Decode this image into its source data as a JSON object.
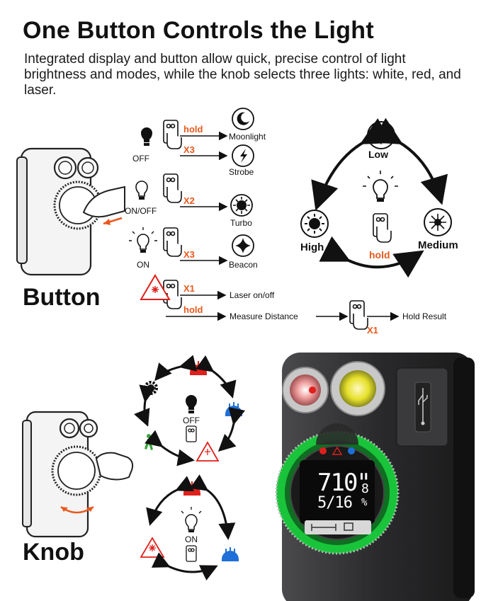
{
  "header": {
    "title": "One Button Controls the Light",
    "subtitle": "Integrated display and button allow quick, precise control of light brightness and modes, while the knob selects three lights: white, red, and laser."
  },
  "button_section": {
    "label": "Button",
    "states": [
      {
        "state": "OFF",
        "actions": [
          {
            "gesture": "hold",
            "result": "Moonlight"
          },
          {
            "gesture": "X3",
            "result": "Strobe"
          }
        ]
      },
      {
        "state": "ON/OFF",
        "actions": [
          {
            "gesture": "X2",
            "result": "Turbo"
          }
        ]
      },
      {
        "state": "ON",
        "actions": [
          {
            "gesture": "X3",
            "result": "Beacon"
          }
        ]
      }
    ],
    "laser": {
      "actions": [
        {
          "gesture": "X1",
          "result": "Laser on/off"
        },
        {
          "gesture": "hold",
          "result": "Measure Distance"
        }
      ],
      "followup_gesture": "X1",
      "followup_result": "Hold Result"
    }
  },
  "cycle": {
    "low": "Low",
    "medium": "Medium",
    "high": "High",
    "gesture": "hold"
  },
  "knob_section": {
    "label": "Knob",
    "upper_center": "OFF",
    "lower_center": "ON"
  },
  "device_display": {
    "line1": "710\"",
    "line2": "5/16",
    "side1": "8",
    "side2": "%"
  },
  "colors": {
    "accent_orange": "#e8581c",
    "red_light": "#e0201b",
    "blue_light": "#1f6fd8",
    "golf_green": "#3aa53a",
    "ring_green": "#19c43a",
    "device_body": "#2a2a2c"
  }
}
